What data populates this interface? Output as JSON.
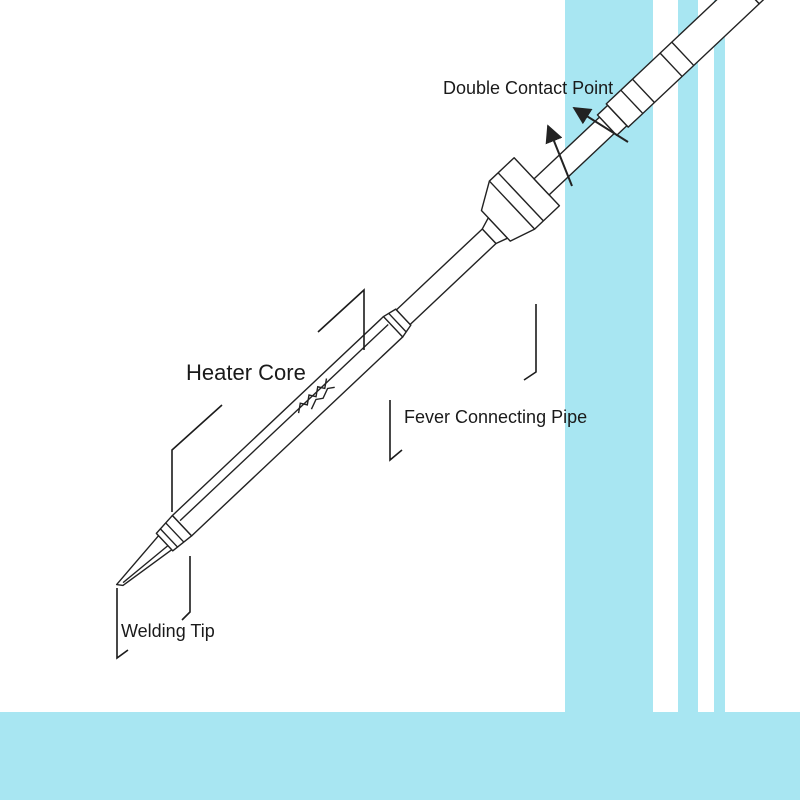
{
  "labels": {
    "double_contact_point": "Double Contact Point",
    "heater_core": "Heater Core",
    "fever_connecting_pipe": "Fever Connecting Pipe",
    "welding_tip": "Welding Tip"
  },
  "colors": {
    "background": "#ffffff",
    "accent_blue": "#a8e6f2",
    "line": "#222222",
    "text": "#1a1a1a"
  }
}
